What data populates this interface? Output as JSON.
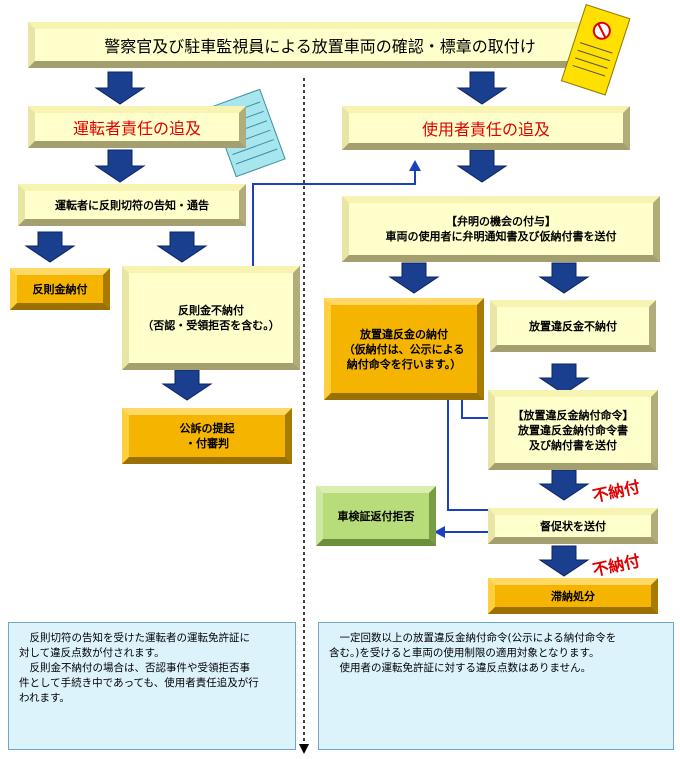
{
  "title": "警察官及び駐車監視員による放置車両の確認・標章の取付け",
  "left": {
    "header": "運転者責任の追及",
    "notice": "運転者に反則切符の告知・通告",
    "paid": "反則金納付",
    "unpaid_line1": "反則金不納付",
    "unpaid_line2": "（否認・受領拒否を含む。）",
    "prosecution_line1": "公訴の提起",
    "prosecution_line2": "・付審判"
  },
  "right": {
    "header": "使用者責任の追及",
    "chance_line1": "【弁明の機会の付与】",
    "chance_line2": "車両の使用者に弁明通知書及び仮納付書を送付",
    "paid_line1": "放置違反金の納付",
    "paid_line2": "（仮納付は、公示による",
    "paid_line3": "納付命令を行います。）",
    "unpaid": "放置違反金不納付",
    "order_line1": "【放置違反金納付命令】",
    "order_line2": "放置違反金納付命令書",
    "order_line3": "及び納付書を送付",
    "unpaid_label1": "不納付",
    "reminder": "督促状を送付",
    "unpaid_label2": "不納付",
    "seizure": "滞納処分",
    "refusal": "車検証返付拒否"
  },
  "notes": {
    "left_line1": "反則切符の告知を受けた運転者の運転免許証に",
    "left_line2": "対して違反点数が付されます。",
    "left_line3": "反則金不納付の場合は、否認事件や受領拒否事",
    "left_line4": "件として手続き中であっても、使用者責任追及が行",
    "left_line5": "われます。",
    "right_line1": "一定回数以上の放置違反金納付命令(公示による納付命令を",
    "right_line2": "含む。)を受けると車両の使用制限の適用対象となります。",
    "right_line3": "使用者の運転免許証に対する違反点数はありません。"
  },
  "colors": {
    "arrow": "#1a3f8f",
    "line": "#1a3fbf",
    "yellow": "#ffffcc",
    "orange": "#f5b400",
    "green": "#b7dd7a",
    "note": "#ddf3fc"
  }
}
